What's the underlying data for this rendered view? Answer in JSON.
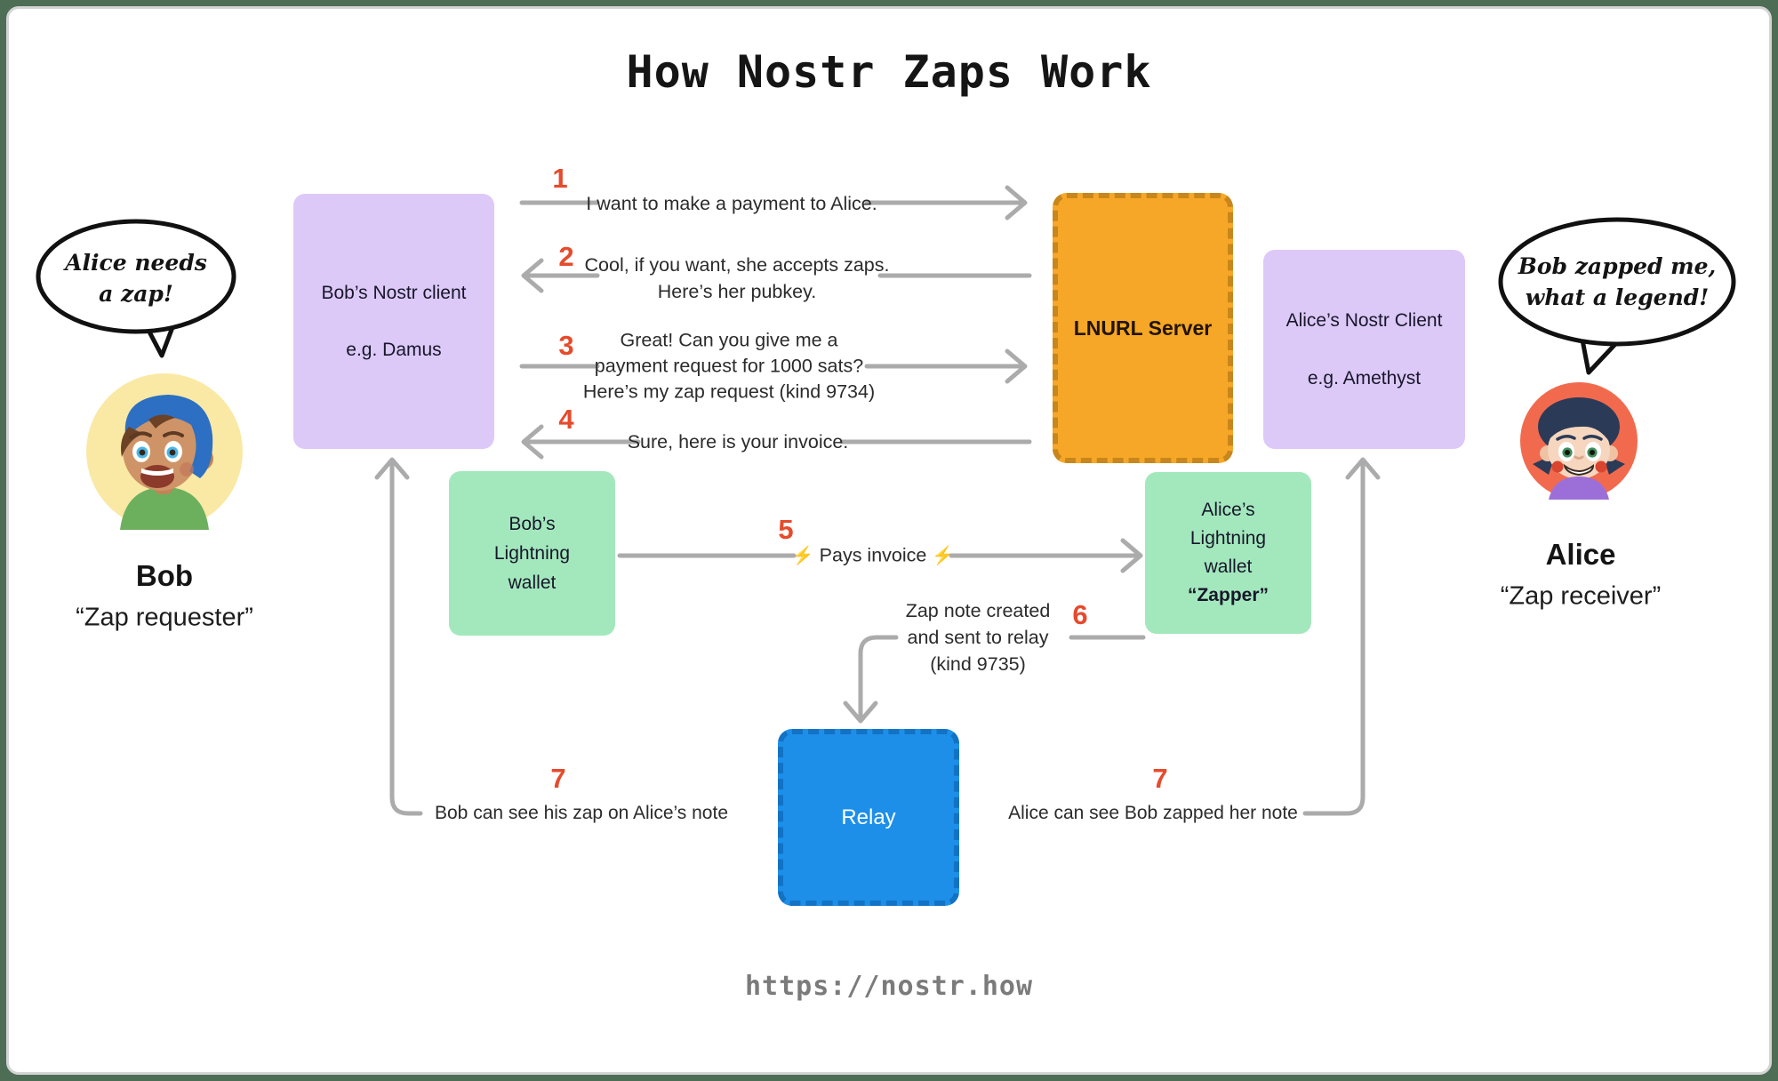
{
  "title": "How Nostr Zaps Work",
  "footer_url": "https://nostr.how",
  "bob": {
    "bubble_line1": "Alice needs",
    "bubble_line2": "a zap!",
    "name": "Bob",
    "role": "“Zap requester”"
  },
  "alice": {
    "bubble_line1": "Bob zapped me,",
    "bubble_line2": "what a legend!",
    "name": "Alice",
    "role": "“Zap receiver”"
  },
  "boxes": {
    "bob_client": {
      "line1": "Bob’s Nostr client",
      "line2": "e.g. Damus"
    },
    "lnurl_server": {
      "label": "LNURL Server"
    },
    "alice_client": {
      "line1": "Alice’s Nostr Client",
      "line2": "e.g. Amethyst"
    },
    "bob_wallet": {
      "line1": "Bob’s",
      "line2": "Lightning",
      "line3": "wallet"
    },
    "alice_wallet": {
      "line1": "Alice’s",
      "line2": "Lightning",
      "line3": "wallet",
      "line4": "“Zapper”"
    },
    "relay": {
      "label": "Relay"
    }
  },
  "steps": {
    "s1": {
      "num": "1",
      "text": "I want to make a payment to Alice."
    },
    "s2": {
      "num": "2",
      "line1": "Cool, if you want, she accepts zaps.",
      "line2": "Here’s her pubkey."
    },
    "s3": {
      "num": "3",
      "line1": "Great! Can you give me a",
      "line2": "payment request for 1000 sats?",
      "line3": "Here’s my zap request (kind 9734)"
    },
    "s4": {
      "num": "4",
      "text": "Sure, here is your invoice."
    },
    "s5": {
      "num": "5",
      "text": "Pays invoice",
      "bolt": "⚡"
    },
    "s6": {
      "num": "6",
      "line1": "Zap note created",
      "line2": "and sent to relay",
      "line3": "(kind 9735)"
    },
    "s7a": {
      "num": "7",
      "text": "Bob can see his zap on Alice’s note"
    },
    "s7b": {
      "num": "7",
      "text": "Alice can see Bob zapped her note"
    }
  },
  "colors": {
    "accent_red": "#E54B2C",
    "arrow_grey": "#ABABAB",
    "purple_box": "#DDC9F8",
    "green_box": "#A3E8BD",
    "orange_fill": "#F6A728",
    "orange_border": "#C8861B",
    "blue_fill": "#1D8FE9",
    "blue_border": "#1272C4",
    "frame_green": "#4D6E55"
  }
}
